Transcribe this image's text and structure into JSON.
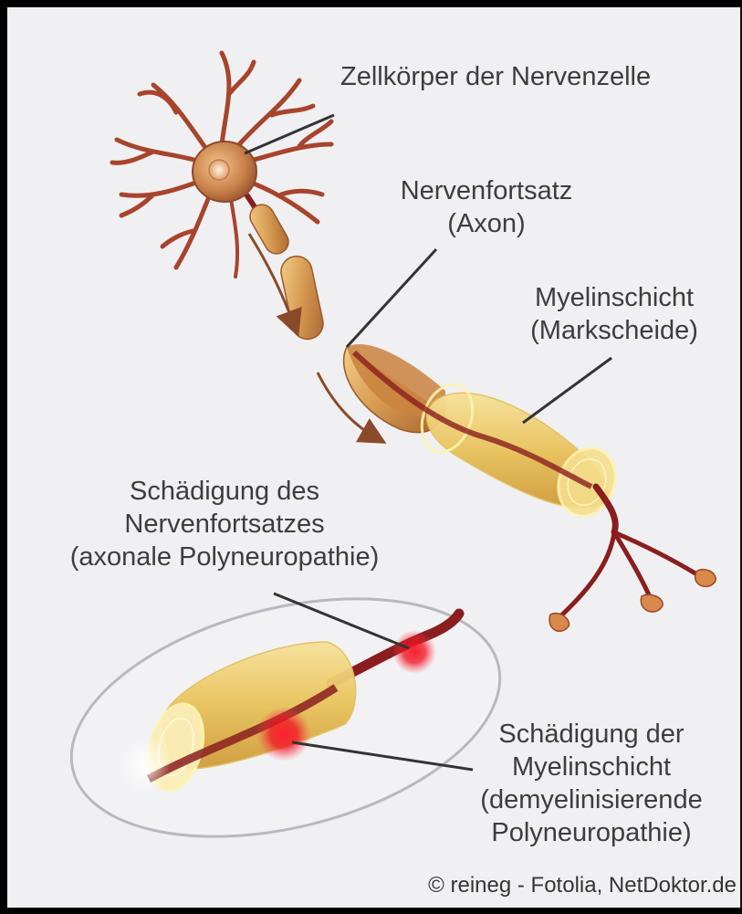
{
  "labels": {
    "cell_body": "Zellkörper der Nervenzelle",
    "axon_line1": "Nervenfortsatz",
    "axon_line2": "(Axon)",
    "myelin_line1": "Myelinschicht",
    "myelin_line2": "(Markscheide)",
    "axonal_damage_line1": "Schädigung des",
    "axonal_damage_line2": "Nervenfortsatzes",
    "axonal_damage_line3": "(axonale Polyneuropathie)",
    "myelin_damage_line1": "Schädigung der",
    "myelin_damage_line2": "Myelinschicht",
    "myelin_damage_line3": "(demyelinisierende",
    "myelin_damage_line4": "Polyneuropathie)"
  },
  "copyright": "© reineg - Fotolia, NetDoktor.de",
  "colors": {
    "background": "#f0f0f2",
    "frame": "#000000",
    "label_text": "#3d3d3d",
    "leader_line": "#333333",
    "neuron_body": "#c9824a",
    "dendrite": "#a8442c",
    "axon_core": "#8a1e1e",
    "myelin": "#f2d27a",
    "myelin_glow": "#fff3b0",
    "damage": "#e8101e",
    "arrow": "#8a4a2a",
    "inset_ring": "#b8b8c0"
  },
  "icons": [
    "neuron-illustration",
    "damage-inset-illustration"
  ]
}
